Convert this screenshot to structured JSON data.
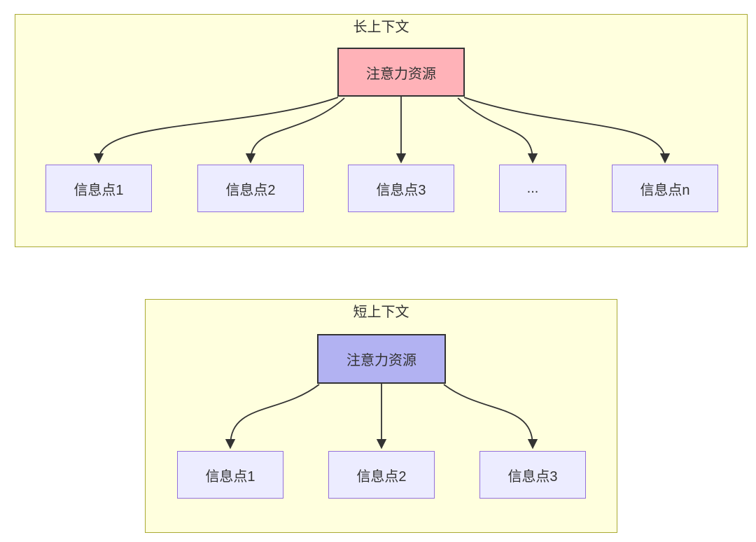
{
  "diagram": {
    "panels": [
      {
        "title": "长上下文",
        "root_label": "注意力资源",
        "children": [
          "信息点1",
          "信息点2",
          "信息点3",
          "...",
          "信息点n"
        ]
      },
      {
        "title": "短上下文",
        "root_label": "注意力资源",
        "children": [
          "信息点1",
          "信息点2",
          "信息点3"
        ]
      }
    ],
    "colors": {
      "panel_fill": "#ffffde",
      "panel_border": "#aaaa33",
      "node_fill": "#ececff",
      "node_border": "#9370db",
      "long_root_fill": "#ffb2b8",
      "short_root_fill": "#b2b2f2",
      "root_border": "#333333",
      "edge": "#333333",
      "text": "#333333",
      "page_background": "#ffffff"
    }
  }
}
